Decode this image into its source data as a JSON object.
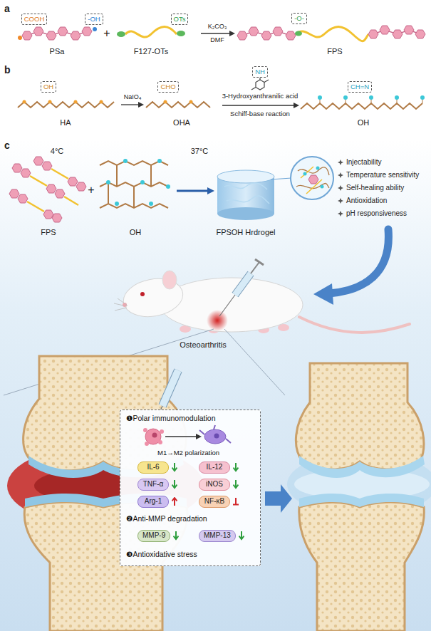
{
  "diagram": {
    "nodes": [
      {
        "text": [
          "COOH"
        ]
      },
      {
        "text": [
          "-OH"
        ]
      },
      {
        "text": [
          "OTs"
        ]
      },
      {
        "text": [
          "-O-"
        ]
      },
      {
        "text": [
          "OH"
        ]
      },
      {
        "text": [
          "CHO"
        ]
      },
      {
        "text": [
          "NH"
        ]
      },
      {
        "text": [
          "CH=N"
        ]
      },
      {
        "text": [
          "❶Polar immunomodulation",
          "M1→M2 polarization",
          "❷Anti-MMP degradation",
          "❸Antioxidative stress"
        ]
      },
      {
        "text": [
          "IL-6"
        ],
        "in": 8
      },
      {
        "text": [
          "IL-12"
        ],
        "in": 8
      },
      {
        "text": [
          "TNF-α"
        ],
        "in": 8
      },
      {
        "text": [
          "iNOS"
        ],
        "in": 8
      },
      {
        "text": [
          "Arg-1"
        ],
        "in": 8
      },
      {
        "text": [
          "NF-κB"
        ],
        "in": 8
      },
      {
        "text": [
          "MMP-9"
        ],
        "in": 8
      },
      {
        "text": [
          "MMP-13"
        ],
        "in": 8
      }
    ],
    "labels": [
      "a",
      "PSa",
      "+",
      "F127-OTs",
      "K₂CO₃",
      "DMF",
      "FPS",
      "b",
      "HA",
      "NaIO₄",
      "OHA",
      "3-Hydroxyanthranilic acid",
      "Schiff-base reaction",
      "OH",
      "c",
      "4°C",
      "37°C",
      "FPS",
      "+",
      "OH",
      "FPSOH Hrdrogel",
      "Injectability",
      "Temperature sensitivity",
      "Self-healing ability",
      "Antioxidation",
      "pH responsiveness",
      "Osteoarthritis"
    ]
  }
}
